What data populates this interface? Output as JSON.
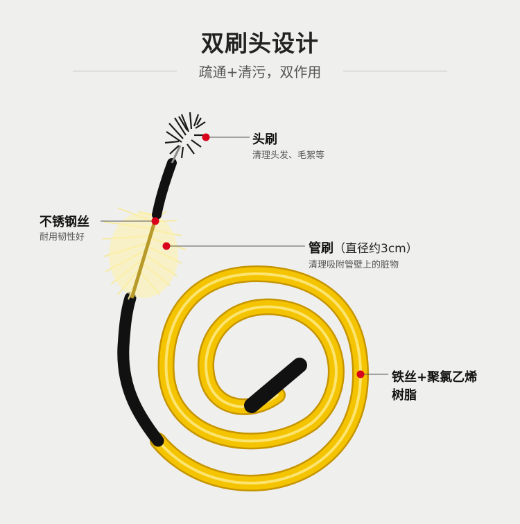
{
  "header": {
    "title": "双刷头设计",
    "subtitle": "疏通+清污，双作用"
  },
  "callouts": {
    "head_brush": {
      "title": "头刷",
      "desc": "清理头发、毛絮等"
    },
    "steel_wire": {
      "title": "不锈钢丝",
      "desc": "耐用韧性好"
    },
    "tube_brush": {
      "title": "管刷",
      "note": "（直径约3cm）",
      "desc": "清理吸附管壁上的脏物"
    },
    "material": {
      "line1": "铁丝+聚氯乙烯",
      "line2": "树脂"
    }
  },
  "colors": {
    "background": "#efefed",
    "hose_yellow": "#f5c400",
    "bristle_yellow": "#fff3a8",
    "accent_red": "#d8001a"
  }
}
